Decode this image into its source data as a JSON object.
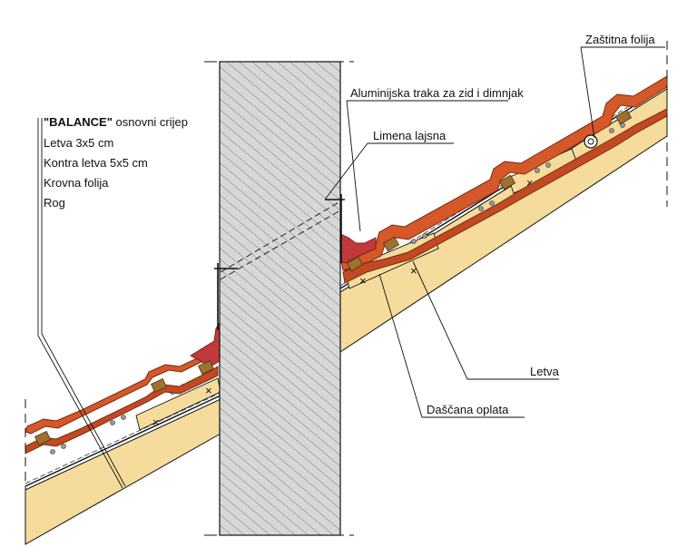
{
  "diagram": {
    "labels": {
      "tile_name": "\"BALANCE\"",
      "tile_rest": " osnovni crijep",
      "batten": "Letva 3x5 cm",
      "counter_batten": "Kontra letva 5x5 cm",
      "roof_membrane": "Krovna folija",
      "rafter": "Rog",
      "aluminium_strip": "Aluminijska traka za zid i dimnjak",
      "flashing_strip": "Limena lajsna",
      "protective_foil": "Zaštitna folija",
      "letva": "Letva",
      "boarding": "Daščana oplata"
    },
    "colors": {
      "tile": "#d4582a",
      "tile_dark": "#7a2a10",
      "tile_light": "#ef8a5a",
      "wood": "#f5dc9c",
      "wood_dark": "#b88a4a",
      "chimney": "#d4d4d4",
      "flashing": "#c0393b",
      "line": "#111111"
    }
  }
}
